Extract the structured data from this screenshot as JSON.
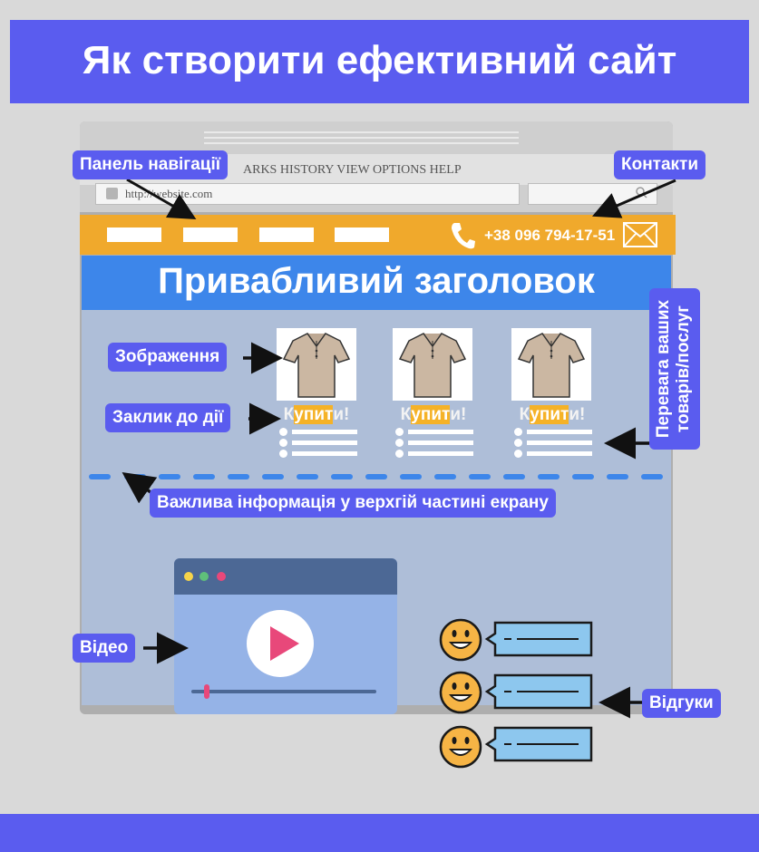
{
  "title": "Як створити ефективний сайт",
  "browser": {
    "menu": "ARKS HISTORY VIEW OPTIONS HELP",
    "url": "http://website.com"
  },
  "navbar": {
    "phone": "+38 096 794-17-51"
  },
  "hero": {
    "headline": "Привабливий заголовок"
  },
  "products": [
    {
      "buy_prefix": "К",
      "buy_highlight": "упит",
      "buy_suffix": "и!"
    },
    {
      "buy_prefix": "К",
      "buy_highlight": "упит",
      "buy_suffix": "и!"
    },
    {
      "buy_prefix": "К",
      "buy_highlight": "упит",
      "buy_suffix": "и!"
    }
  ],
  "labels": {
    "navigation": "Панель навігації",
    "contacts": "Контакти",
    "images": "Зображення",
    "call_to_action": "Заклик до дії",
    "above_fold": "Важлива інформація у верхгій частині екрану",
    "advantages": "Перевага ваших товарів/послуг",
    "video": "Відео",
    "reviews": "Відгуки"
  },
  "colors": {
    "accent": "#5a5cef",
    "nav_orange": "#f0a92c",
    "hero_blue": "#3d86ea",
    "page_bg": "#aebed8",
    "highlight": "#f5b227",
    "play_pink": "#e8487a",
    "smiley": "#f6b445"
  },
  "icons": [
    "phone-icon",
    "mail-icon",
    "shirt-icon",
    "play-icon",
    "smiley-icon",
    "arrow-icon"
  ]
}
